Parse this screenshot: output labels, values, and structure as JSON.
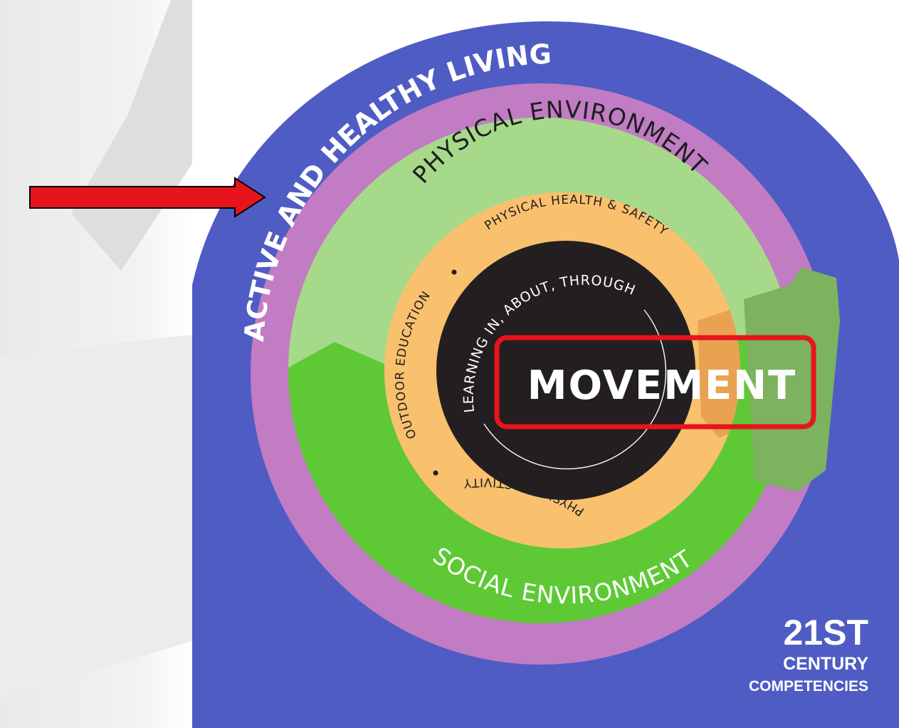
{
  "diagram": {
    "rings": [
      {
        "key": "outer",
        "label": "ACTIVE AND HEALTHY LIVING",
        "color": "#4f5cc4"
      },
      {
        "key": "pink",
        "color": "#c17cc3"
      },
      {
        "key": "physical_environment",
        "label": "PHYSICAL ENVIRONMENT",
        "color": "#a7d98a"
      },
      {
        "key": "social_environment",
        "label": "SOCIAL ENVIRONMENT",
        "color": "#5ec935"
      },
      {
        "key": "orange",
        "color": "#f9c06e"
      },
      {
        "key": "core",
        "color": "#231f20"
      }
    ],
    "orange_labels": {
      "top": "PHYSICAL HEALTH & SAFETY",
      "left": "OUTDOOR EDUCATION",
      "bottom": "PHYSICAL ACTIVITY"
    },
    "core_text": {
      "arc": "LEARNING IN, ABOUT, THROUGH",
      "center": "MOVEMENT"
    },
    "corner_text": {
      "line1": "21ST",
      "line2": "CENTURY",
      "line3": "COMPETENCIES"
    },
    "annotations": {
      "arrow_color": "#e8141c",
      "highlight_box_color": "#e8141c"
    }
  }
}
